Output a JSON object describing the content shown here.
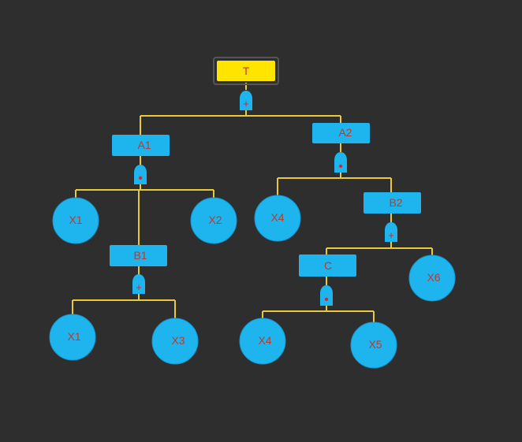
{
  "colors": {
    "background": "#2e2e2e",
    "node_fill": "#1eb4ee",
    "node_stroke": "#1497cf",
    "root_fill": "#ffe400",
    "root_frame": "#555555",
    "line": "#e8c93a",
    "text": "#c0392b",
    "gate_symbol": "#d62828"
  },
  "root": {
    "label": "T"
  },
  "events": {
    "A1": "A1",
    "A2": "A2",
    "B1": "B1",
    "B2": "B2",
    "C": "C"
  },
  "gates": [
    {
      "id": "g-t",
      "type": "or",
      "symbol": "+"
    },
    {
      "id": "g-a1",
      "type": "and",
      "symbol": "•"
    },
    {
      "id": "g-a2",
      "type": "and",
      "symbol": "•"
    },
    {
      "id": "g-b1",
      "type": "or",
      "symbol": "+"
    },
    {
      "id": "g-b2",
      "type": "or",
      "symbol": "+"
    },
    {
      "id": "g-c",
      "type": "and",
      "symbol": "•"
    }
  ],
  "basic_events": {
    "x1_a": "X1",
    "x2": "X2",
    "x4_a": "X4",
    "x1_b": "X1",
    "x3": "X3",
    "x6": "X6",
    "x4_b": "X4",
    "x5": "X5"
  }
}
